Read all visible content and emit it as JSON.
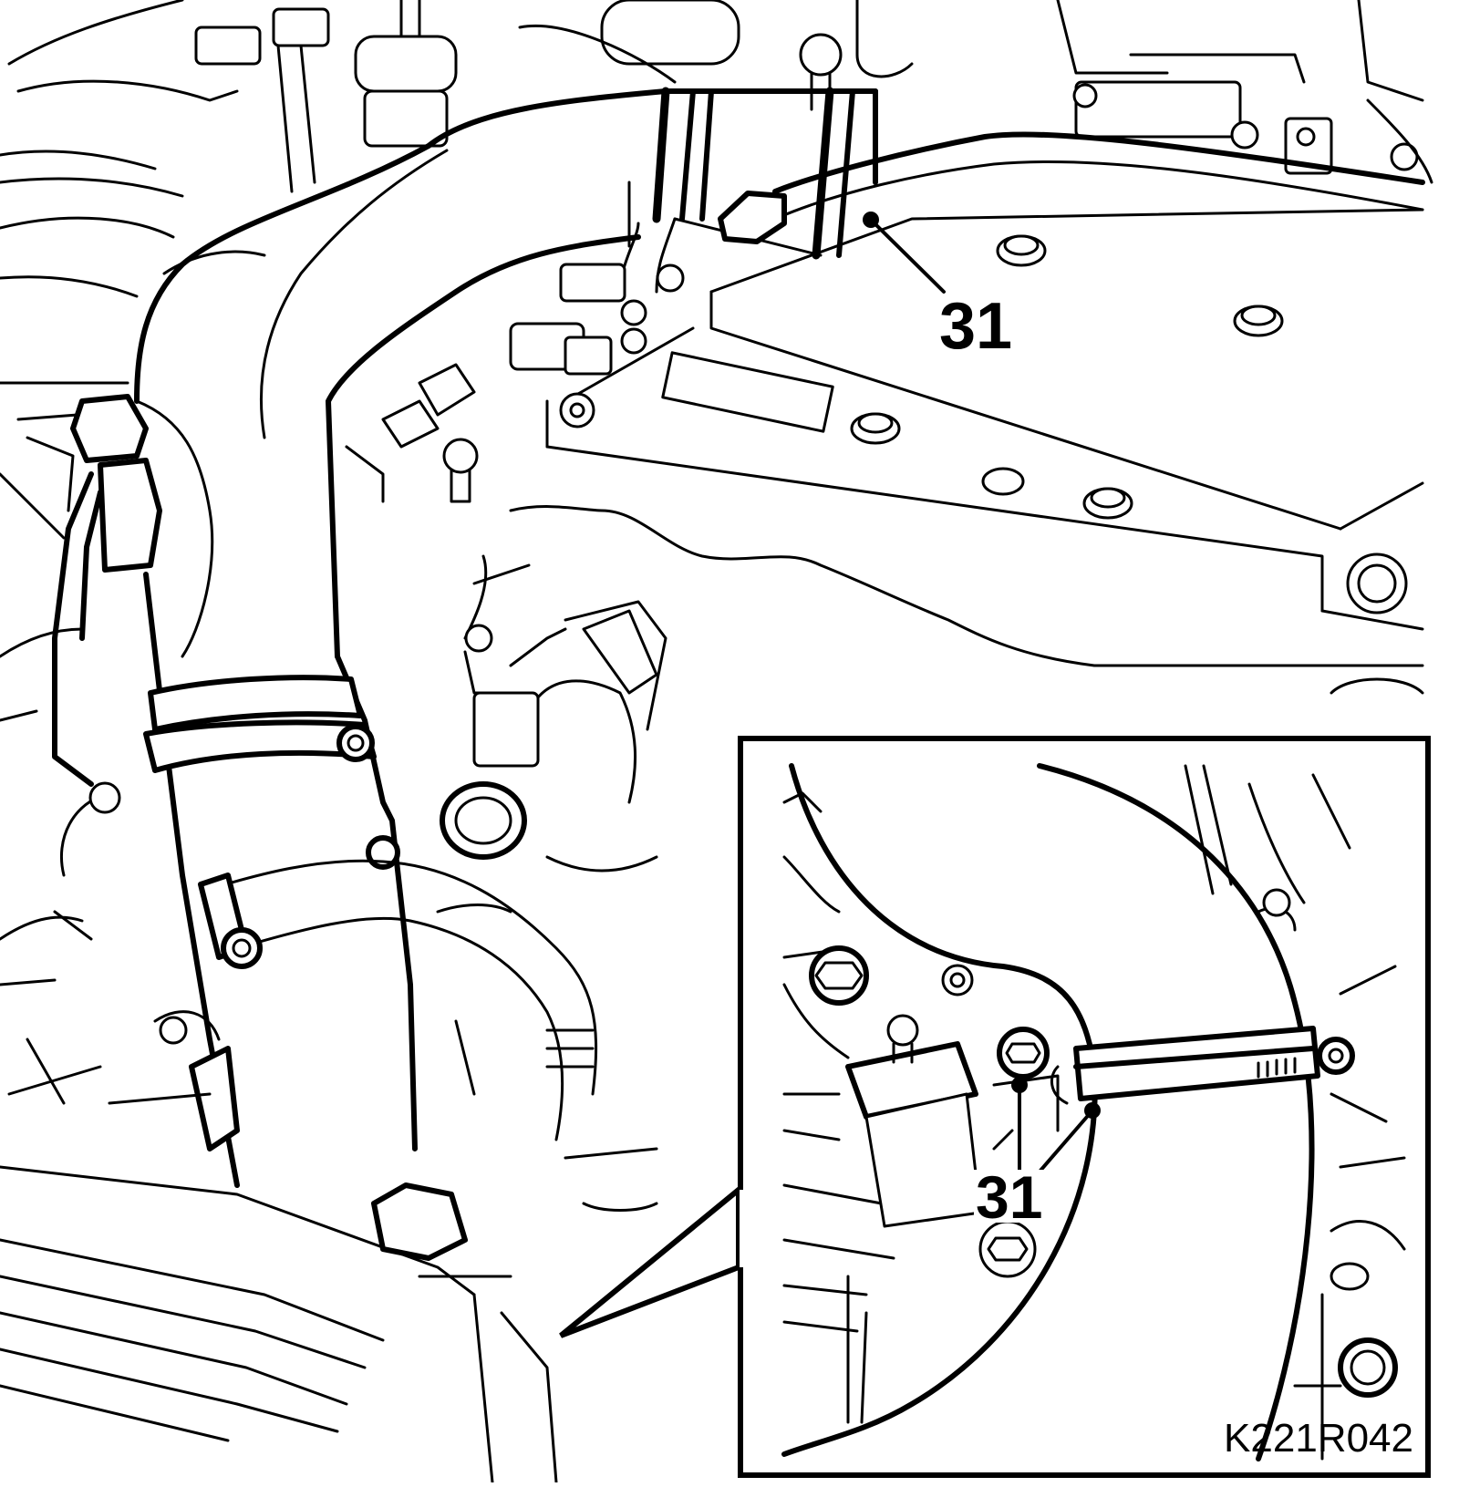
{
  "diagram": {
    "callouts": [
      {
        "id": "main",
        "label": "31"
      },
      {
        "id": "inset",
        "label": "31"
      }
    ],
    "reference_code": "K221R042"
  }
}
